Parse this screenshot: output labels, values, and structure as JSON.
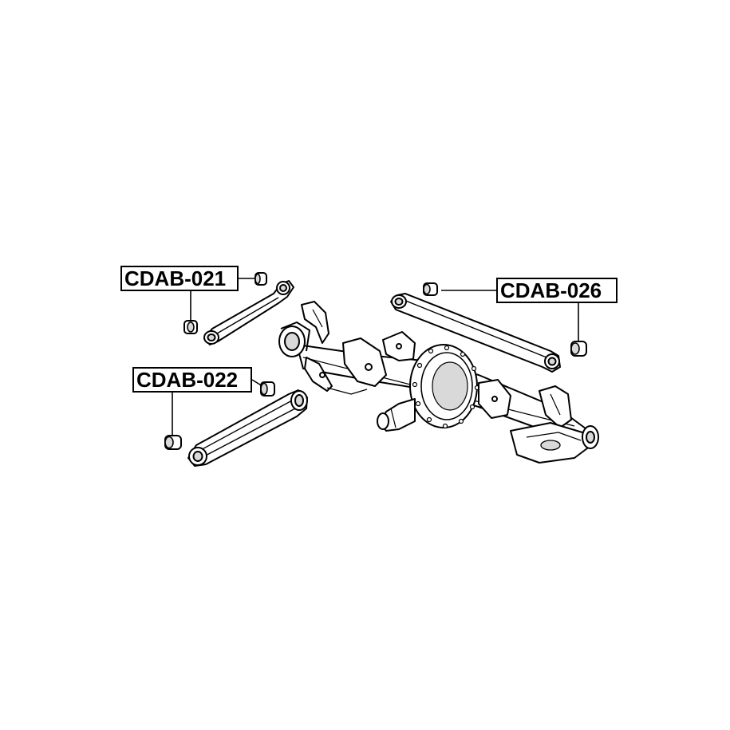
{
  "labels": {
    "part_021": "CDAB-021",
    "part_022": "CDAB-022",
    "part_026": "CDAB-026"
  },
  "colors": {
    "line": "#000000",
    "background": "#ffffff",
    "shade": "#d9d9d9"
  }
}
